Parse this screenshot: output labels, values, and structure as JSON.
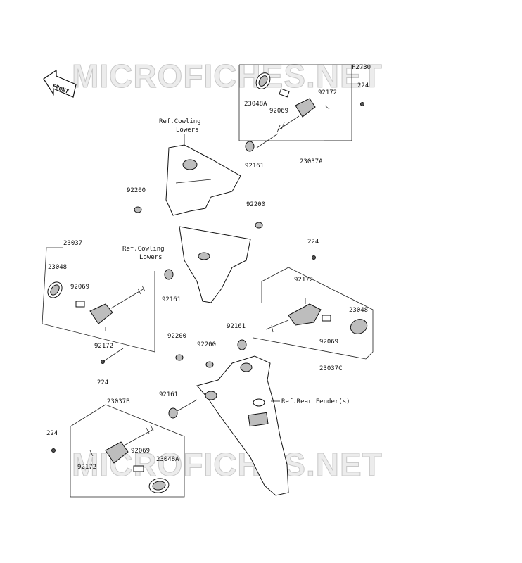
{
  "watermark": "MICROFICHES.NET",
  "figure_code": "F2730",
  "front_label": "FRONT",
  "refs": {
    "cowling_upper": [
      "Ref.Cowling",
      "Lowers"
    ],
    "cowling_lower": [
      "Ref.Cowling",
      "Lowers"
    ],
    "rear_fender": "Ref.Rear Fender(s)"
  },
  "labels": {
    "a_23048A": "23048A",
    "a_92069": "92069",
    "a_92172": "92172",
    "a_224": "224",
    "a_23037A": "23037A",
    "a_92161": "92161",
    "a_92200_l": "92200",
    "a_92200_r": "92200",
    "b_23037": "23037",
    "b_23048": "23048",
    "b_92069": "92069",
    "b_92172": "92172",
    "b_92161": "92161",
    "b_224": "224",
    "c_224": "224",
    "c_92172": "92172",
    "c_23048": "23048",
    "c_92161": "92161",
    "c_92069": "92069",
    "c_23037C": "23037C",
    "m_92200_l": "92200",
    "m_92200_r": "92200",
    "d_92161": "92161",
    "d_23037B": "23037B",
    "d_224": "224",
    "d_92069": "92069",
    "d_23048A": "23048A",
    "d_92172": "92172"
  }
}
